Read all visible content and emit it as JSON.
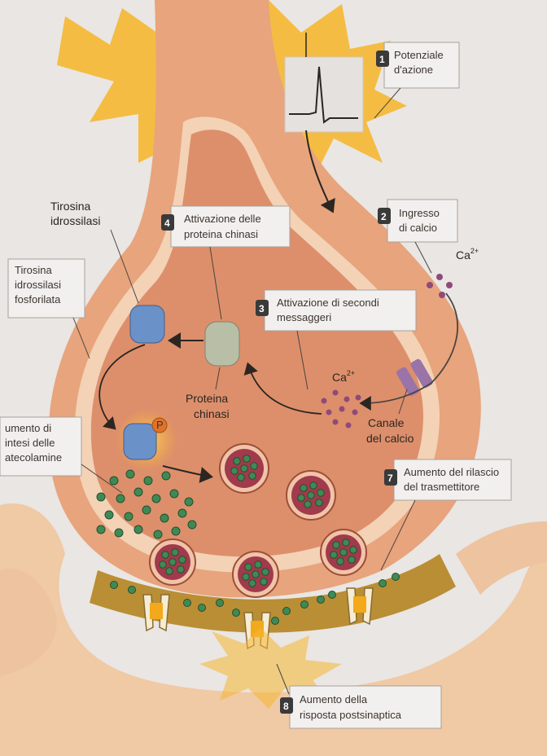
{
  "labels": {
    "step1_num": "1",
    "step1_l1": "Potenziale",
    "step1_l2": "d'azione",
    "step2_num": "2",
    "step2_l1": "Ingresso",
    "step2_l2": "di calcio",
    "step3_num": "3",
    "step3_l1": "Attivazione di secondi",
    "step3_l2": "messaggeri",
    "step4_num": "4",
    "step4_l1": "Attivazione delle",
    "step4_l2": "proteina chinasi",
    "step5_l1": "Tirosina",
    "step5_l2": "idrossilasi",
    "step5_l3": "fosforilata",
    "step6_l1": "umento di",
    "step6_l2": "intesi delle",
    "step6_l3": "atecolamine",
    "step7_num": "7",
    "step7_l1": "Aumento del rilascio",
    "step7_l2": "del trasmettitore",
    "step8_num": "8",
    "step8_l1": "Aumento della",
    "step8_l2": "risposta postsinaptica",
    "tirosina_l1": "Tirosina",
    "tirosina_l2": "idrossilasi",
    "proteina_l1": "Proteina",
    "proteina_l2": "chinasi",
    "canale_l1": "Canale",
    "canale_l2": "del calcio",
    "ca_base": "Ca",
    "ca_sup": "2+",
    "phospho": "P"
  },
  "colors": {
    "background": "#e9e6e3",
    "neuron_outer": "#e8a47c",
    "neuron_inner": "#dd8f6b",
    "neuron_rim": "#f3d2b6",
    "postsynaptic": "#f0c9a5",
    "flash": "#f5b731",
    "enzyme_blue": "#6b91c9",
    "kinase_grey": "#b9bfa6",
    "vesicle_red": "#a03a4c",
    "transmitter_green": "#3f8a54",
    "calcium_purple": "#8f4a7a",
    "label_box": "#f2f0ee",
    "number_box": "#3a3a3a"
  }
}
